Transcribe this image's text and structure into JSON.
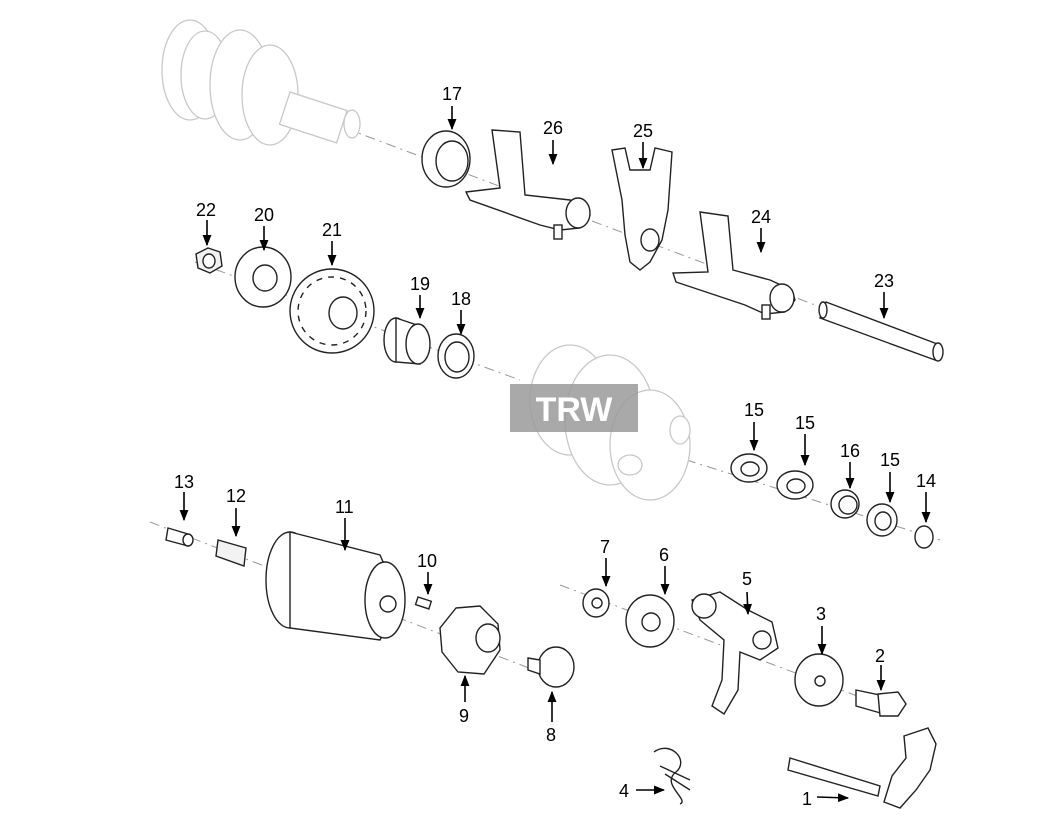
{
  "watermark": "TRW",
  "callouts": [
    {
      "id": "c1",
      "text": "1"
    },
    {
      "id": "c2",
      "text": "2"
    },
    {
      "id": "c3",
      "text": "3"
    },
    {
      "id": "c4",
      "text": "4"
    },
    {
      "id": "c5",
      "text": "5"
    },
    {
      "id": "c6",
      "text": "6"
    },
    {
      "id": "c7",
      "text": "7"
    },
    {
      "id": "c8",
      "text": "8"
    },
    {
      "id": "c9",
      "text": "9"
    },
    {
      "id": "c10",
      "text": "10"
    },
    {
      "id": "c11",
      "text": "11"
    },
    {
      "id": "c12",
      "text": "12"
    },
    {
      "id": "c13",
      "text": "13"
    },
    {
      "id": "c14",
      "text": "14"
    },
    {
      "id": "c15a",
      "text": "15"
    },
    {
      "id": "c15b",
      "text": "15"
    },
    {
      "id": "c15c",
      "text": "15"
    },
    {
      "id": "c16",
      "text": "16"
    },
    {
      "id": "c17",
      "text": "17"
    },
    {
      "id": "c18",
      "text": "18"
    },
    {
      "id": "c19",
      "text": "19"
    },
    {
      "id": "c20",
      "text": "20"
    },
    {
      "id": "c21",
      "text": "21"
    },
    {
      "id": "c22",
      "text": "22"
    },
    {
      "id": "c23",
      "text": "23"
    },
    {
      "id": "c24",
      "text": "24"
    },
    {
      "id": "c25",
      "text": "25"
    },
    {
      "id": "c26",
      "text": "26"
    }
  ]
}
